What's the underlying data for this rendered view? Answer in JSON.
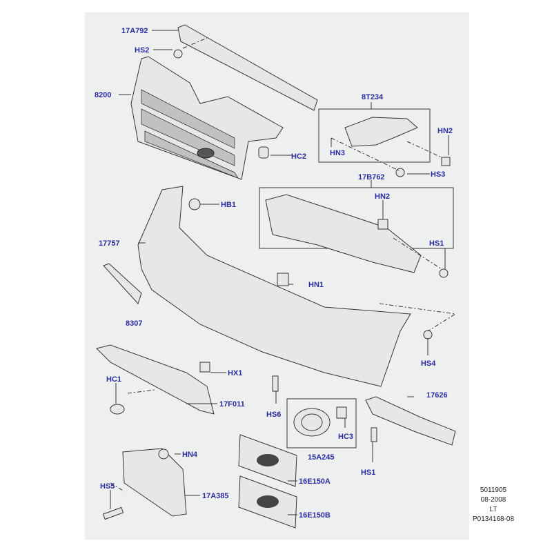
{
  "labels": {
    "l17A792": "17A792",
    "HS2": "HS2",
    "l8200": "8200",
    "HC2": "HC2",
    "l8T234": "8T234",
    "HN2a": "HN2",
    "HN3": "HN3",
    "HS3": "HS3",
    "l17B762": "17B762",
    "HB1": "HB1",
    "HN2b": "HN2",
    "HS1a": "HS1",
    "l17757": "17757",
    "HN1": "HN1",
    "l8307": "8307",
    "HS4": "HS4",
    "HX1": "HX1",
    "HC1": "HC1",
    "l17F011": "17F011",
    "HS6": "HS6",
    "l17626": "17626",
    "HC3": "HC3",
    "l15A245": "15A245",
    "HS1b": "HS1",
    "HN4": "HN4",
    "l16E150A": "16E150A",
    "HS5": "HS5",
    "l17A385": "17A385",
    "l16E150B": "16E150B"
  },
  "reference": {
    "number": "5011905",
    "date": "08-2008",
    "code": "LT",
    "illustration": "P0134168-08"
  }
}
